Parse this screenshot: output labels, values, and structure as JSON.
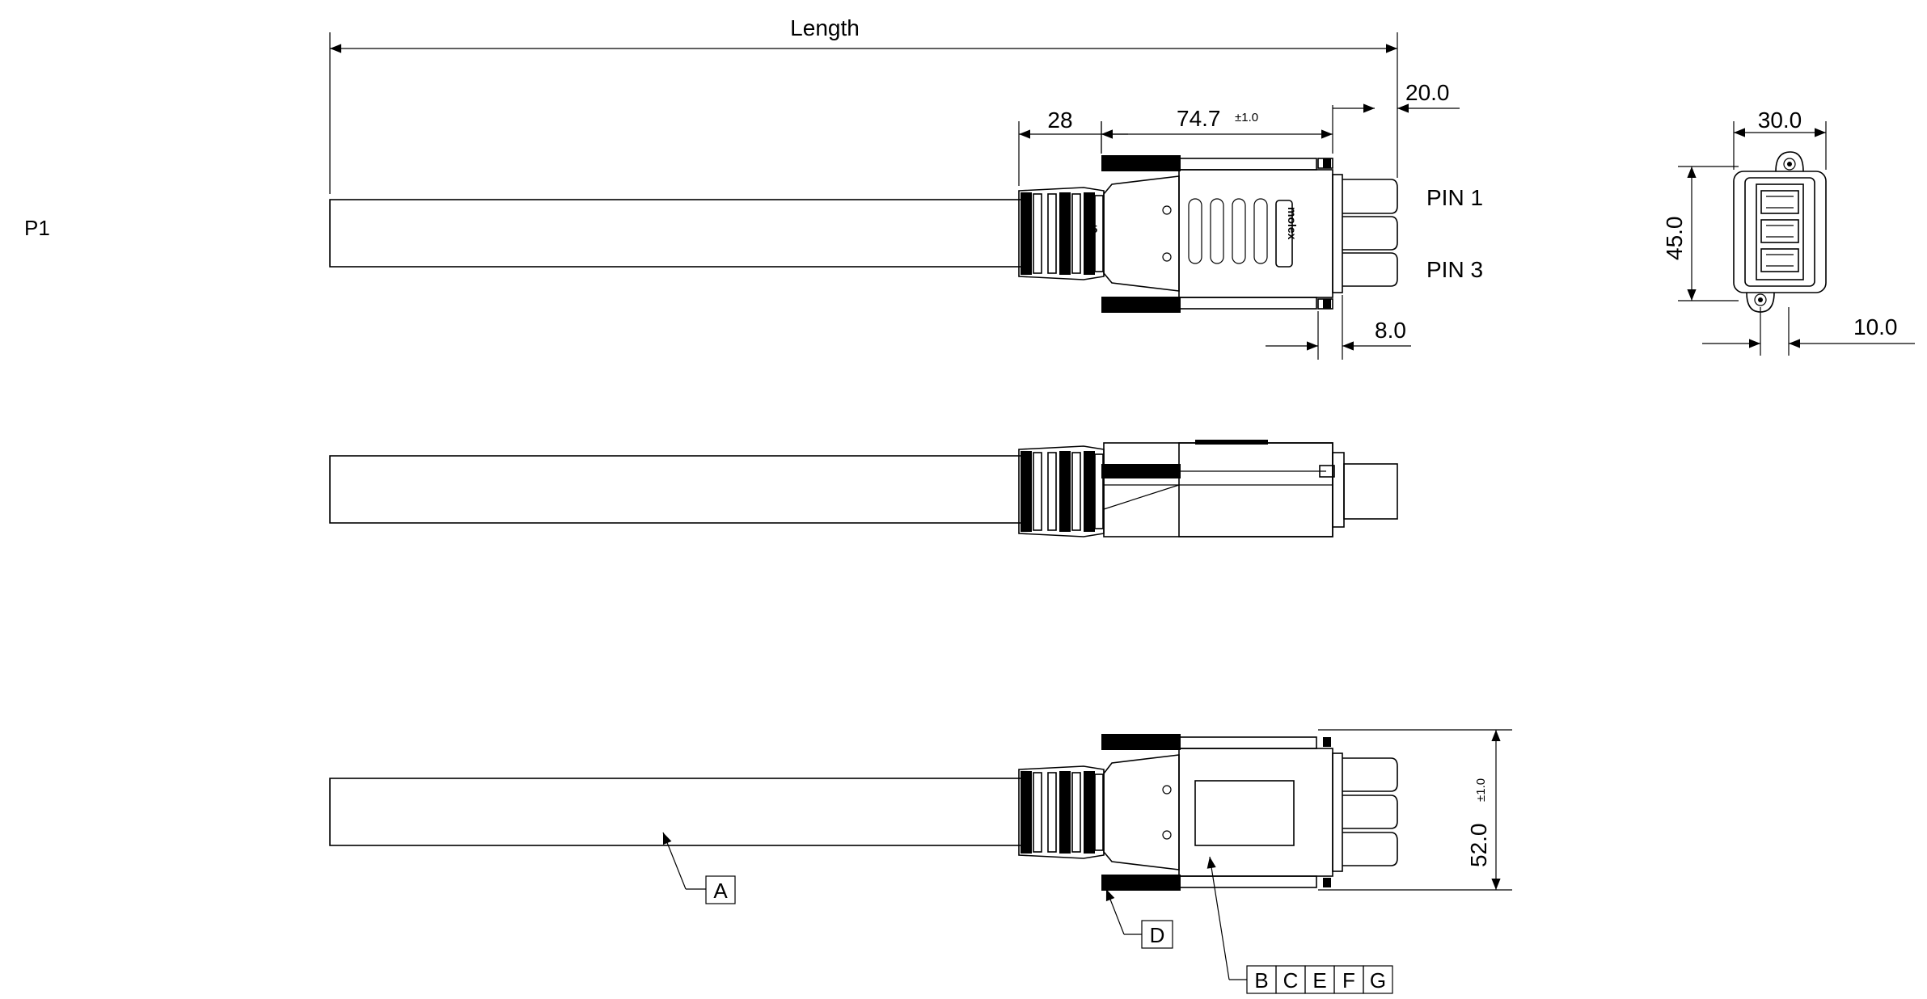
{
  "view_label": "P1",
  "dimensions": {
    "length": "Length",
    "boot": "28",
    "body": "74.7",
    "body_tol": "±1.0",
    "pins_out": "20.0",
    "screw": "8.0",
    "height": "52.0",
    "height_tol": "±1.0",
    "face_width": "30.0",
    "face_height": "45.0",
    "face_offset": "10.0"
  },
  "pin_labels": {
    "pin1": "PIN 1",
    "pin3": "PIN 3"
  },
  "brand": "molex",
  "callouts": {
    "cable": "A",
    "screw": "D",
    "label_boxes": [
      "B",
      "C",
      "E",
      "F",
      "G"
    ]
  }
}
